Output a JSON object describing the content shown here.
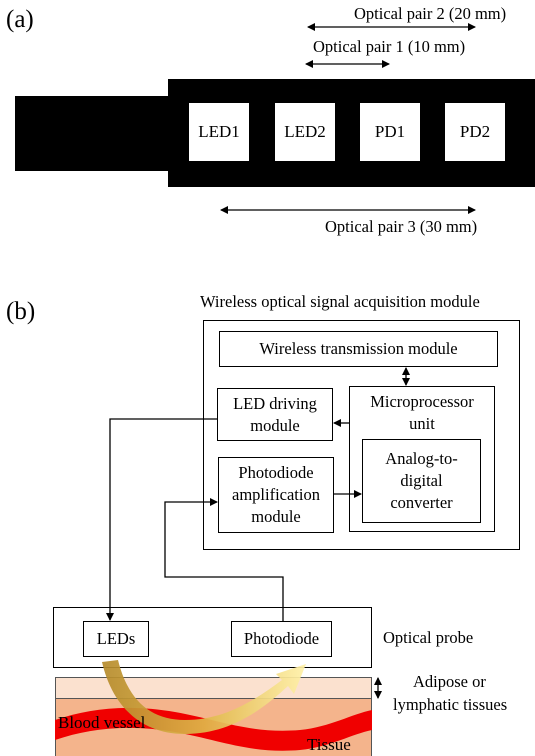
{
  "panel_a": {
    "label": "(a)",
    "pair2": "Optical pair 2 (20 mm)",
    "pair1": "Optical pair 1 (10 mm)",
    "pair3": "Optical pair 3 (30 mm)",
    "sensors": [
      "LED1",
      "LED2",
      "PD1",
      "PD2"
    ]
  },
  "panel_b": {
    "label": "(b)",
    "module_title": "Wireless optical signal acquisition module",
    "wireless": "Wireless transmission module",
    "led_driving": [
      "LED driving",
      "module"
    ],
    "microprocessor": [
      "Microprocessor",
      "unit"
    ],
    "adc": [
      "Analog-to-",
      "digital",
      "converter"
    ],
    "photodiode_amp": [
      "Photodiode",
      "amplification",
      "module"
    ],
    "leds": "LEDs",
    "photodiode": "Photodiode",
    "optical_probe": "Optical probe",
    "adipose": [
      "Adipose or",
      "lymphatic tissues"
    ],
    "blood_vessel": "Blood vessel",
    "tissue": "Tissue"
  }
}
